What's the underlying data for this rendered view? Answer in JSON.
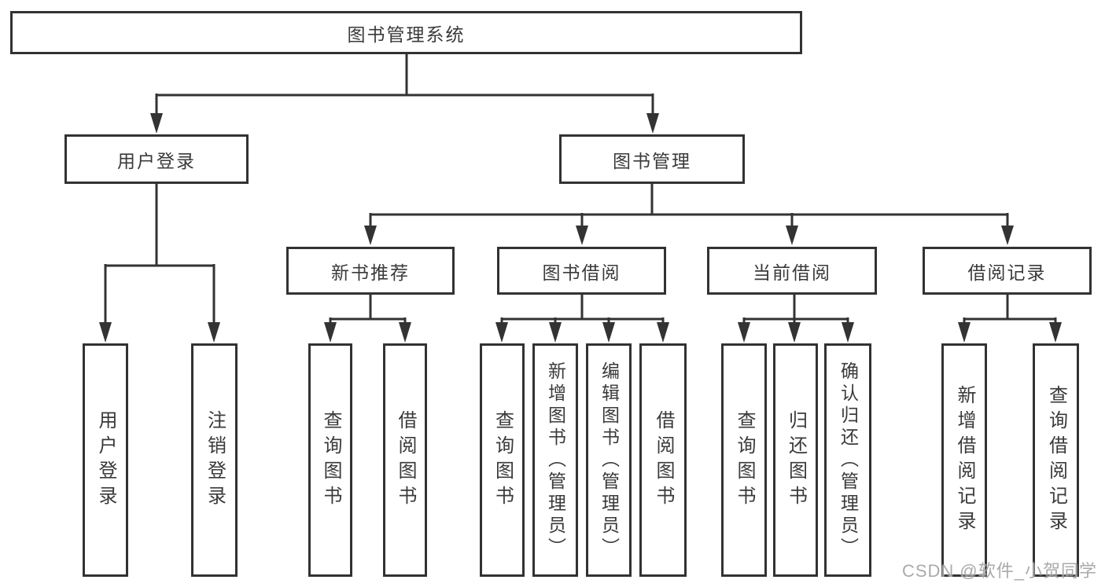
{
  "diagram_title": "图书管理系统",
  "watermark": {
    "text": "CSDN @软件_小贺同学"
  },
  "colors": {
    "background": "#ffffff",
    "line": "#333333",
    "box_border": "#323232",
    "text": "#3a3a3a",
    "watermark": "#9e9e9e"
  },
  "hierarchy": {
    "label": "图书管理系统",
    "children": [
      {
        "label": "用户登录",
        "children": [
          {
            "label": "用户登录"
          },
          {
            "label": "注销登录"
          }
        ]
      },
      {
        "label": "图书管理",
        "children": [
          {
            "label": "新书推荐",
            "children": [
              {
                "label": "查询图书"
              },
              {
                "label": "借阅图书"
              }
            ]
          },
          {
            "label": "图书借阅",
            "children": [
              {
                "label": "查询图书"
              },
              {
                "label": "新增图书（管理员）"
              },
              {
                "label": "编辑图书（管理员）"
              },
              {
                "label": "借阅图书"
              }
            ]
          },
          {
            "label": "当前借阅",
            "children": [
              {
                "label": "查询图书"
              },
              {
                "label": "归还图书"
              },
              {
                "label": "确认归还（管理员）"
              }
            ]
          },
          {
            "label": "借阅记录",
            "children": [
              {
                "label": "新增借阅记录"
              },
              {
                "label": "查询借阅记录"
              }
            ]
          }
        ]
      }
    ]
  }
}
